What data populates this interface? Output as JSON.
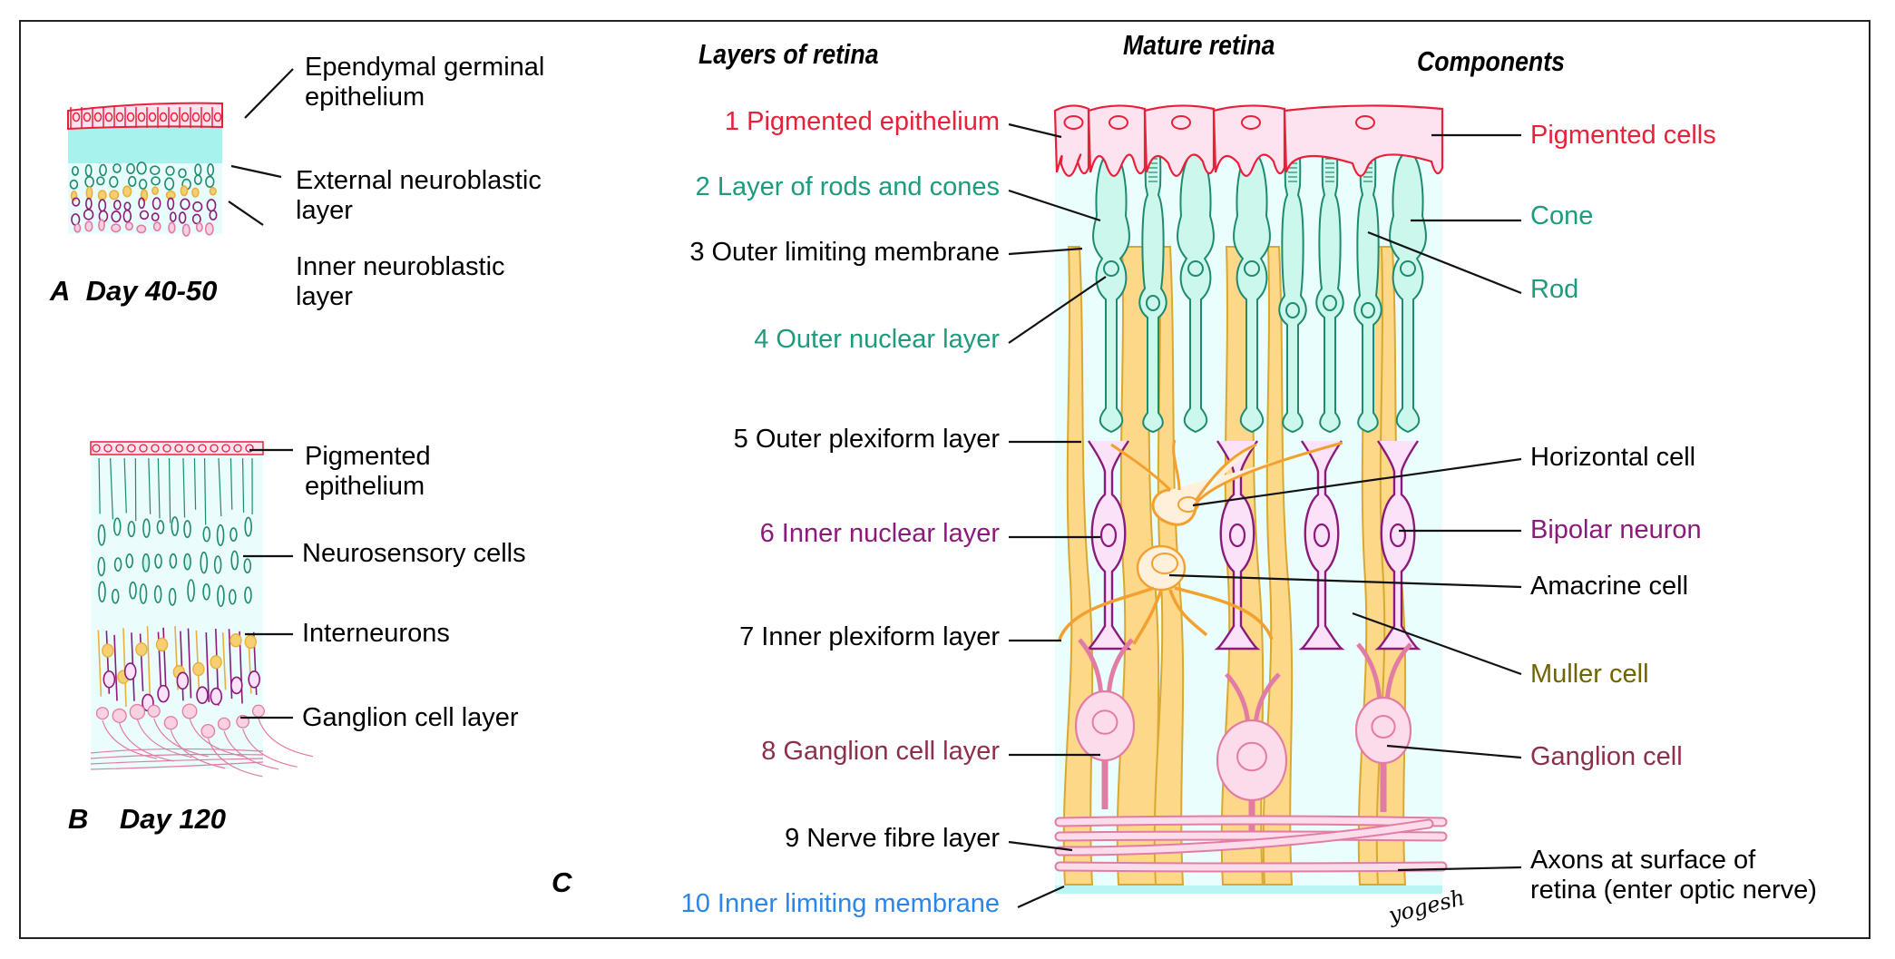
{
  "panel_a": {
    "tag": "A",
    "caption": "Day 40-50",
    "labels": [
      {
        "line1": "Ependymal germinal",
        "line2": "epithelium"
      },
      {
        "line1": "External neuroblastic",
        "line2": "layer"
      },
      {
        "line1": "Inner neuroblastic",
        "line2": "layer"
      }
    ]
  },
  "panel_b": {
    "tag": "B",
    "caption": "Day 120",
    "labels": [
      {
        "line1": "Pigmented",
        "line2": "epithelium"
      },
      {
        "line1": "Neurosensory cells"
      },
      {
        "line1": "Interneurons"
      },
      {
        "line1": "Ganglion cell layer"
      }
    ]
  },
  "panel_c": {
    "tag": "C",
    "headers": {
      "layers": "Layers of retina",
      "mature": "Mature retina",
      "components": "Components"
    },
    "layers": [
      {
        "text": "1 Pigmented epithelium",
        "color": "#e8203a"
      },
      {
        "text": "2 Layer of rods and cones",
        "color": "#1e9a7e"
      },
      {
        "text": "3 Outer limiting membrane",
        "color": "#000000"
      },
      {
        "text": "4 Outer nuclear layer",
        "color": "#1e9a7e"
      },
      {
        "text": "5 Outer plexiform layer",
        "color": "#000000"
      },
      {
        "text": "6 Inner nuclear layer",
        "color": "#8b1a7a"
      },
      {
        "text": "7 Inner plexiform layer",
        "color": "#000000"
      },
      {
        "text": "8 Ganglion cell layer",
        "color": "#8c2f4a"
      },
      {
        "text": "9 Nerve fibre layer",
        "color": "#000000"
      },
      {
        "text": "10 Inner limiting membrane",
        "color": "#2a86e8"
      }
    ],
    "components": [
      {
        "text": "Pigmented cells",
        "color": "#e8203a"
      },
      {
        "text": "Cone",
        "color": "#1e9a7e"
      },
      {
        "text": "Rod",
        "color": "#1e9a7e"
      },
      {
        "text": "Horizontal cell",
        "color": "#000000"
      },
      {
        "text": "Bipolar neuron",
        "color": "#8b1a7a"
      },
      {
        "text": "Amacrine cell",
        "color": "#000000"
      },
      {
        "text": "Muller cell",
        "color": "#6e6400"
      },
      {
        "text": "Ganglion cell",
        "color": "#8c2f4a"
      },
      {
        "text": "Axons at surface of",
        "line2": "retina (enter optic nerve)",
        "color": "#000000"
      }
    ],
    "signature": "yogesh"
  },
  "palette": {
    "pigment_stroke": "#e8203a",
    "pigment_fill": "#fde3f0",
    "photoreceptor_stroke": "#1e8a70",
    "photoreceptor_fill": "#ccf7ec",
    "muller_stroke": "#d8a830",
    "muller_fill": "#fcd888",
    "amacrine_stroke": "#f2a030",
    "amacrine_fill": "#fff0dc",
    "bipolar_stroke": "#8b1a7a",
    "bipolar_fill": "#fbe2f8",
    "ganglion_stroke": "#e27ca4",
    "ganglion_fill": "#fcdcea",
    "background_tint": "#eafffd",
    "ilm": "#b8f6f6"
  }
}
